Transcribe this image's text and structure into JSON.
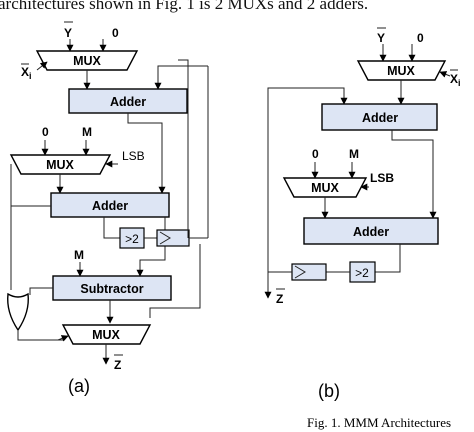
{
  "header_text": "architectures shown in Fig. 1 is 2 MUXs and 2 adders.",
  "colors": {
    "block_fill": "#dde5f4",
    "line": "#000000",
    "background": "#ffffff"
  },
  "diagram_a": {
    "caption": "(a)",
    "mux1": {
      "label": "MUX",
      "input_y": "Y",
      "input_0": "0",
      "input_xi": "X",
      "input_xi_sub": "i"
    },
    "adder1": {
      "label": "Adder"
    },
    "mux2": {
      "label": "MUX",
      "input_0": "0",
      "input_m": "M",
      "select": "LSB"
    },
    "adder2": {
      "label": "Adder"
    },
    "shift": {
      "label": ">2"
    },
    "subtractor": {
      "label": "Subtractor",
      "input_m": "M"
    },
    "mux3": {
      "label": "MUX",
      "output_z": "Z"
    }
  },
  "diagram_b": {
    "caption": "(b)",
    "mux1": {
      "label": "MUX",
      "input_y": "Y",
      "input_0": "0",
      "input_xi": "X",
      "input_xi_sub": "i"
    },
    "adder1": {
      "label": "Adder"
    },
    "mux2": {
      "label": "MUX",
      "input_0": "0",
      "input_m": "M",
      "select": "LSB"
    },
    "adder2": {
      "label": "Adder"
    },
    "shift": {
      "label": ">2"
    },
    "output_z": "Z"
  },
  "figure_caption": "Fig. 1. MMM Architectures"
}
